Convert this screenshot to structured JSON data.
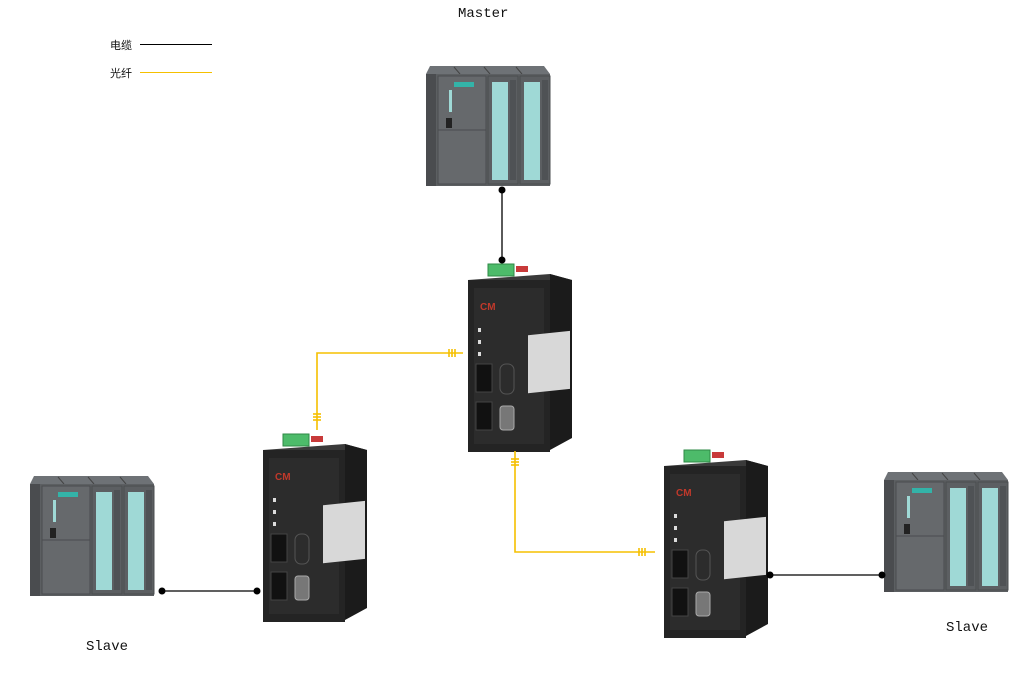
{
  "title": "Master",
  "legend": [
    {
      "label": "电缆",
      "color": "#000000",
      "kind": "cable"
    },
    {
      "label": "光纤",
      "color": "#F5C000",
      "kind": "fiber"
    }
  ],
  "nodes": {
    "master_plc": {
      "label": "Master",
      "type": "plc"
    },
    "slave_left_plc": {
      "label": "Slave",
      "type": "plc"
    },
    "slave_right_plc": {
      "label": "Slave",
      "type": "plc"
    },
    "converter_center": {
      "type": "fiber-converter",
      "brand": "CM"
    },
    "converter_left": {
      "type": "fiber-converter",
      "brand": "CM"
    },
    "converter_right": {
      "type": "fiber-converter",
      "brand": "CM"
    }
  },
  "links": [
    {
      "from": "master_plc",
      "to": "converter_center",
      "kind": "cable"
    },
    {
      "from": "converter_center",
      "to": "converter_left",
      "kind": "fiber"
    },
    {
      "from": "converter_center",
      "to": "converter_right",
      "kind": "fiber"
    },
    {
      "from": "slave_left_plc",
      "to": "converter_left",
      "kind": "cable"
    },
    {
      "from": "converter_right",
      "to": "slave_right_plc",
      "kind": "cable"
    }
  ],
  "colors": {
    "fiber": "#F5C000",
    "cable": "#000000",
    "plc_body": "#5a5d60",
    "plc_io": "#9fd9d6",
    "converter_body": "#1e1e1e",
    "terminal": "#4dbb6a"
  }
}
